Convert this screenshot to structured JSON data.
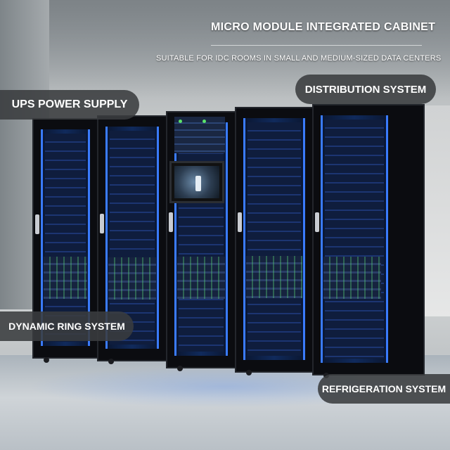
{
  "header": {
    "title": "MICRO MODULE INTEGRATED CABINET",
    "subtitle": "SUITABLE FOR IDC ROOMS IN SMALL AND MEDIUM-SIZED DATA CENTERS"
  },
  "callouts": {
    "ups": "UPS POWER SUPPLY",
    "distribution": "DISTRIBUTION SYSTEM",
    "dynamic_ring": "DYNAMIC RING SYSTEM",
    "refrigeration": "REFRIGERATION SYSTEM"
  },
  "colors": {
    "accent_blue": "#3a7bff",
    "label_background": "#3a3c3f",
    "label_text": "#ffffff",
    "status_led": "#5be36a"
  }
}
